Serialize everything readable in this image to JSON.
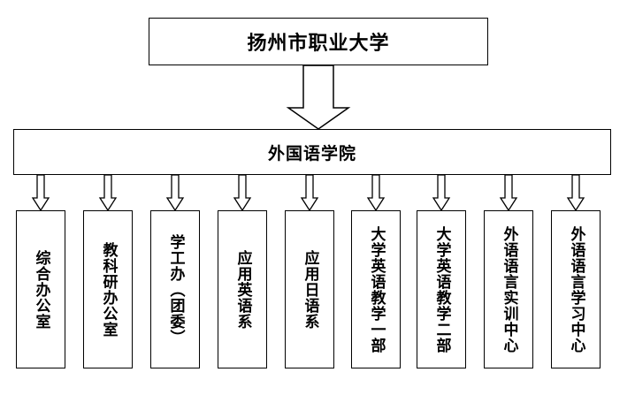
{
  "top": {
    "label": "扬州市职业大学"
  },
  "middle": {
    "label": "外国语学院"
  },
  "departments": [
    {
      "label": "综合办公室"
    },
    {
      "label": "教科研办公室"
    },
    {
      "label": "学工办（团委）"
    },
    {
      "label": "应用英语系"
    },
    {
      "label": "应用日语系"
    },
    {
      "label": "大学英语教学一部"
    },
    {
      "label": "大学英语教学二部"
    },
    {
      "label": "外语语言实训中心"
    },
    {
      "label": "外语语言学习中心"
    }
  ]
}
